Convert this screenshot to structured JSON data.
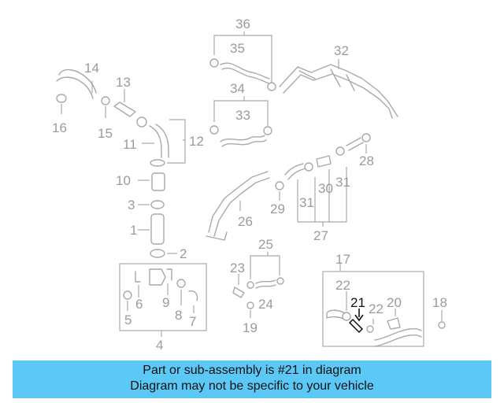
{
  "diagram": {
    "callouts": {
      "c1": "1",
      "c2": "2",
      "c3": "3",
      "c4": "4",
      "c5": "5",
      "c6": "6",
      "c7": "7",
      "c8": "8",
      "c9": "9",
      "c10": "10",
      "c11": "11",
      "c12": "12",
      "c13": "13",
      "c14": "14",
      "c15": "15",
      "c16": "16",
      "c17": "17",
      "c18": "18",
      "c19": "19",
      "c20": "20",
      "c21": "21",
      "c22a": "22",
      "c22b": "22",
      "c23": "23",
      "c24": "24",
      "c25": "25",
      "c26": "26",
      "c27": "27",
      "c28": "28",
      "c29": "29",
      "c30": "30",
      "c31a": "31",
      "c31b": "31",
      "c32": "32",
      "c33": "33",
      "c34": "34",
      "c35": "35",
      "c36": "36"
    },
    "highlight_part": "21",
    "colors": {
      "line": "#a9a9a9",
      "highlight": "#111111",
      "banner": "#5bc8f5"
    }
  },
  "banner": {
    "line1": "Part or sub-assembly is #21 in diagram",
    "line2": "Diagram may not be specific to your vehicle"
  }
}
